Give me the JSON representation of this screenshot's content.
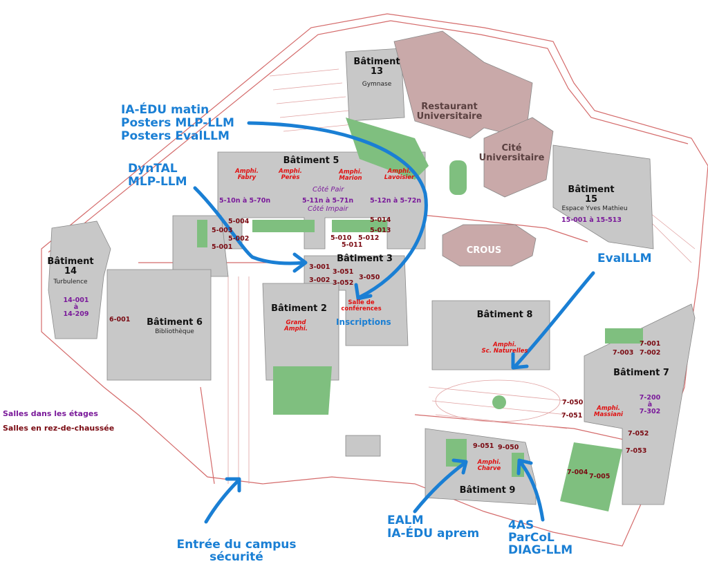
{
  "buildings": {
    "b13": {
      "name": "Bâtiment",
      "num": "13",
      "sub": "Gymnase"
    },
    "b15": {
      "name": "Bâtiment",
      "num": "15",
      "sub": "Espace Yves Mathieu",
      "rooms": "15-001 à 15-513"
    },
    "b14": {
      "name": "Bâtiment",
      "num": "14",
      "sub": "Turbulence",
      "rooms": [
        "14-001",
        "à",
        "14-209"
      ]
    },
    "b5": {
      "name": "Bâtiment 5"
    },
    "b6": {
      "name": "Bâtiment 6",
      "sub": "Bibliothèque",
      "room": "6-001"
    },
    "b3": {
      "name": "Bâtiment 3"
    },
    "b2": {
      "name": "Bâtiment 2"
    },
    "b8": {
      "name": "Bâtiment 8"
    },
    "b7": {
      "name": "Bâtiment 7"
    },
    "b9": {
      "name": "Bâtiment 9"
    }
  },
  "places": {
    "restaurant": [
      "Restaurant",
      "Universitaire"
    ],
    "cite": [
      "Cité",
      "Universitaire"
    ],
    "crous": "CROUS"
  },
  "amphis": {
    "fabry": [
      "Amphi.",
      "Fabry"
    ],
    "peres": [
      "Amphi.",
      "Perès"
    ],
    "marion": [
      "Amphi.",
      "Marion"
    ],
    "lavoisier": [
      "Amphi.",
      "Lavoisier"
    ],
    "grand": [
      "Grand",
      "Amphi."
    ],
    "conf": [
      "Salle de",
      "conférences"
    ],
    "naturelles": [
      "Amphi.",
      "Sc. Naturelles"
    ],
    "massiani": [
      "Amphi.",
      "Massiani"
    ],
    "charve": [
      "Amphi.",
      "Charve"
    ]
  },
  "b5_rooms": {
    "pair_left": "5-10n à 5-70n",
    "pair_mid": "5-11n à 5-71n",
    "pair_right": "5-12n à 5-72n",
    "cote_pair": "Côté Pair",
    "cote_impair": "Côté Impair",
    "r004": "5-004",
    "r003": "5-003",
    "r002": "5-002",
    "r001": "5-001",
    "r014": "5-014",
    "r013": "5-013",
    "r010": "5-010",
    "r012": "5-012",
    "r011": "5-011"
  },
  "b3_rooms": {
    "r3001": "3-001",
    "r3002": "3-002",
    "r3051": "3-051",
    "r3052": "3-052",
    "r3050": "3-050"
  },
  "b7_rooms": {
    "r7001": "7-001",
    "r7003": "7-003",
    "r7002": "7-002",
    "r7050": "7-050",
    "r7051": "7-051",
    "up": [
      "7-200",
      "à",
      "7-302"
    ],
    "r7052": "7-052",
    "r7053": "7-053",
    "r7004": "7-004",
    "r7005": "7-005"
  },
  "b9_rooms": {
    "r9051": "9-051",
    "r9050": "9-050"
  },
  "annotations": {
    "top_left": [
      "IA-ÉDU matin",
      "Posters MLP-LLM",
      "Posters EvalLLM"
    ],
    "dyntal": [
      "DynTAL",
      "MLP-LLM"
    ],
    "inscriptions": "Inscriptions",
    "evalllm": "EvalLLM",
    "entree": [
      "Entrée du campus",
      "sécurité"
    ],
    "ealm": [
      "EALM",
      "IA-ÉDU aprem"
    ],
    "fouras": [
      "4AS",
      "ParCoL",
      "DIAG-LLM"
    ]
  },
  "legend": {
    "upper": "Salles dans les étages",
    "ground": "Salles en rez-de-chaussée"
  },
  "colors": {
    "building": "#c8c8c8",
    "outline": "#d46a6a",
    "green": "#7fbf7f",
    "restaurant": "#c9a9a9",
    "arrow": "#1a7fd4"
  }
}
